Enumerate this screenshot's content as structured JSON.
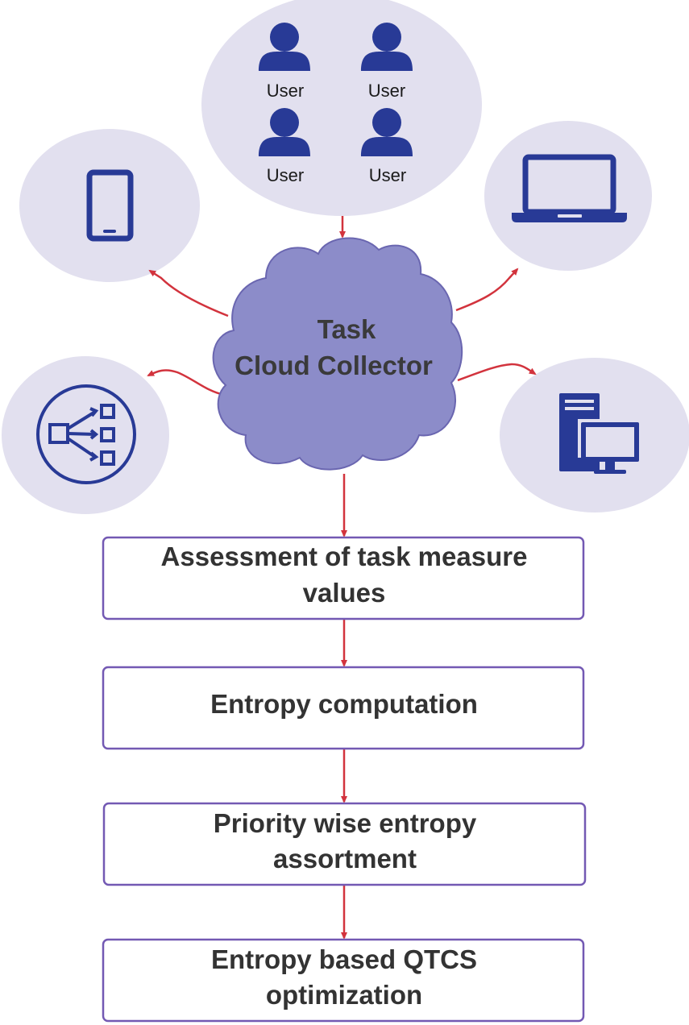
{
  "users": {
    "top_left_label": "User",
    "top_right_label": "User",
    "bottom_left_label": "User",
    "bottom_right_label": "User"
  },
  "cloud": {
    "line1": "Task",
    "line2": "Cloud Collector"
  },
  "steps": {
    "step1_line1": "Assessment of task measure",
    "step1_line2": "values",
    "step2_line1": "Entropy computation",
    "step3_line1": "Priority wise entropy",
    "step3_line2": "assortment",
    "step4_line1": "Entropy based QTCS",
    "step4_line2": "optimization"
  },
  "icons": {
    "top_left_device": "tablet-icon",
    "top_right_device": "laptop-icon",
    "bottom_left_device": "workflow-icon",
    "bottom_right_device": "desktop-computer-icon",
    "people": "user-icon"
  },
  "colors": {
    "ellipse_fill": "#e2e0ef",
    "icon": "#283a96",
    "cloud_fill": "#8c8cc9",
    "arrow": "#d2333d",
    "box_border": "#7359b3"
  }
}
